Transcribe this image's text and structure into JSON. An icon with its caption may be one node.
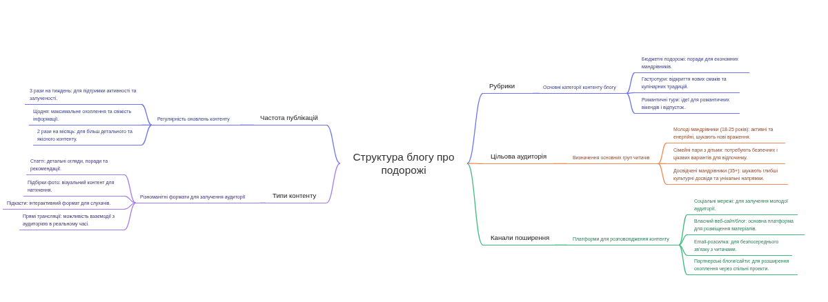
{
  "diagram": {
    "nodes": [
      {
        "text": [
          "Структура блогу про подорожі"
        ]
      },
      {
        "text": [
          "Частота публікацій"
        ]
      },
      {
        "text": [
          "Регулярність оновлень контенту"
        ]
      },
      {
        "text": [
          "3 рази на тиждень: для підтримки активності та залученості."
        ]
      },
      {
        "text": [
          "Щодня: максимальне охоплення та свіжість інформації."
        ]
      },
      {
        "text": [
          "2 рази на місяць: для більш детального та якісного контенту."
        ]
      },
      {
        "text": [
          "Типи контенту"
        ]
      },
      {
        "text": [
          "Різноманітні формати для залучення аудиторії"
        ]
      },
      {
        "text": [
          "Статті: детальні огляди, поради та рекомендації."
        ]
      },
      {
        "text": [
          "Підбірки фото: візуальний контент для натхнення."
        ]
      },
      {
        "text": [
          "Підкасти: інтерактивний формат для слухачів."
        ]
      },
      {
        "text": [
          "Прямі трансляції: можливість взаємодії з аудиторією в реальному часі."
        ]
      },
      {
        "text": [
          "Рубрики"
        ]
      },
      {
        "text": [
          "Основні категорії контенту блогу"
        ]
      },
      {
        "text": [
          "Бюджетні подорожі: поради для економних мандрівників."
        ]
      },
      {
        "text": [
          "Гастротури: відкриття нових смаків та кулінарних традицій."
        ]
      },
      {
        "text": [
          "Романтичні тури: ідеї для романтичних вікендів і відпусток."
        ]
      },
      {
        "text": [
          "Цільова аудиторія"
        ]
      },
      {
        "text": [
          "Визначення основних груп читачів"
        ]
      },
      {
        "text": [
          "Молоді мандрівники (18-25 років): активні та енергійні, шукають нові враження."
        ]
      },
      {
        "text": [
          "Сімейні пари з дітьми: потребують безпечних і цікавих варіантів для відпочинку."
        ]
      },
      {
        "text": [
          "Досвідчені мандрівники (35+): шукають глибші культурні досвіди та унікальні напрямки."
        ]
      },
      {
        "text": [
          "Канали поширення"
        ]
      },
      {
        "text": [
          "Платформи для розповсюдження контенту"
        ]
      },
      {
        "text": [
          "Соціальні мережі: для залучення молодої аудиторії."
        ]
      },
      {
        "text": [
          "Власний веб-сайт/блог: основна платформа для розміщення матеріалів."
        ]
      },
      {
        "text": [
          "Email-розсилка: для безпосереднього зв'язку з читачами."
        ]
      },
      {
        "text": [
          "Партнерські блоги/сайти: для розширення охоплення через спільні проекти."
        ]
      }
    ],
    "edges": [
      {
        "from": 0,
        "to": 1,
        "arrow": "none"
      },
      {
        "from": 1,
        "to": 2,
        "arrow": "none"
      },
      {
        "from": 2,
        "to": 3,
        "arrow": "none"
      },
      {
        "from": 2,
        "to": 4,
        "arrow": "none"
      },
      {
        "from": 2,
        "to": 5,
        "arrow": "none"
      },
      {
        "from": 0,
        "to": 6,
        "arrow": "none",
        "color": "#a47af0"
      },
      {
        "from": 6,
        "to": 7,
        "arrow": "none",
        "color": "#a47af0"
      },
      {
        "from": 7,
        "to": 8,
        "arrow": "none",
        "color": "#a47af0"
      },
      {
        "from": 7,
        "to": 9,
        "arrow": "none",
        "color": "#a47af0"
      },
      {
        "from": 7,
        "to": 10,
        "arrow": "none",
        "color": "#a47af0"
      },
      {
        "from": 7,
        "to": 11,
        "arrow": "none",
        "color": "#a47af0"
      },
      {
        "from": 0,
        "to": 12,
        "arrow": "none"
      },
      {
        "from": 12,
        "to": 13,
        "arrow": "none"
      },
      {
        "from": 13,
        "to": 14,
        "arrow": "none"
      },
      {
        "from": 13,
        "to": 15,
        "arrow": "none"
      },
      {
        "from": 13,
        "to": 16,
        "arrow": "none"
      },
      {
        "from": 0,
        "to": 17,
        "arrow": "none",
        "color": "#f58a55"
      },
      {
        "from": 17,
        "to": 18,
        "arrow": "none",
        "color": "#f58a55"
      },
      {
        "from": 18,
        "to": 19,
        "arrow": "none",
        "color": "#f58a55"
      },
      {
        "from": 18,
        "to": 20,
        "arrow": "none",
        "color": "#f58a55"
      },
      {
        "from": 18,
        "to": 21,
        "arrow": "none",
        "color": "#f58a55"
      },
      {
        "from": 0,
        "to": 22,
        "arrow": "none",
        "color": "#3dbb7d"
      },
      {
        "from": 22,
        "to": 23,
        "arrow": "none",
        "color": "#3dbb7d"
      },
      {
        "from": 23,
        "to": 24,
        "arrow": "none",
        "color": "#3dbb7d"
      },
      {
        "from": 23,
        "to": 25,
        "arrow": "none",
        "color": "#3dbb7d"
      },
      {
        "from": 23,
        "to": 26,
        "arrow": "none",
        "color": "#3dbb7d"
      },
      {
        "from": 23,
        "to": 27,
        "arrow": "none",
        "color": "#3dbb7d"
      }
    ]
  }
}
